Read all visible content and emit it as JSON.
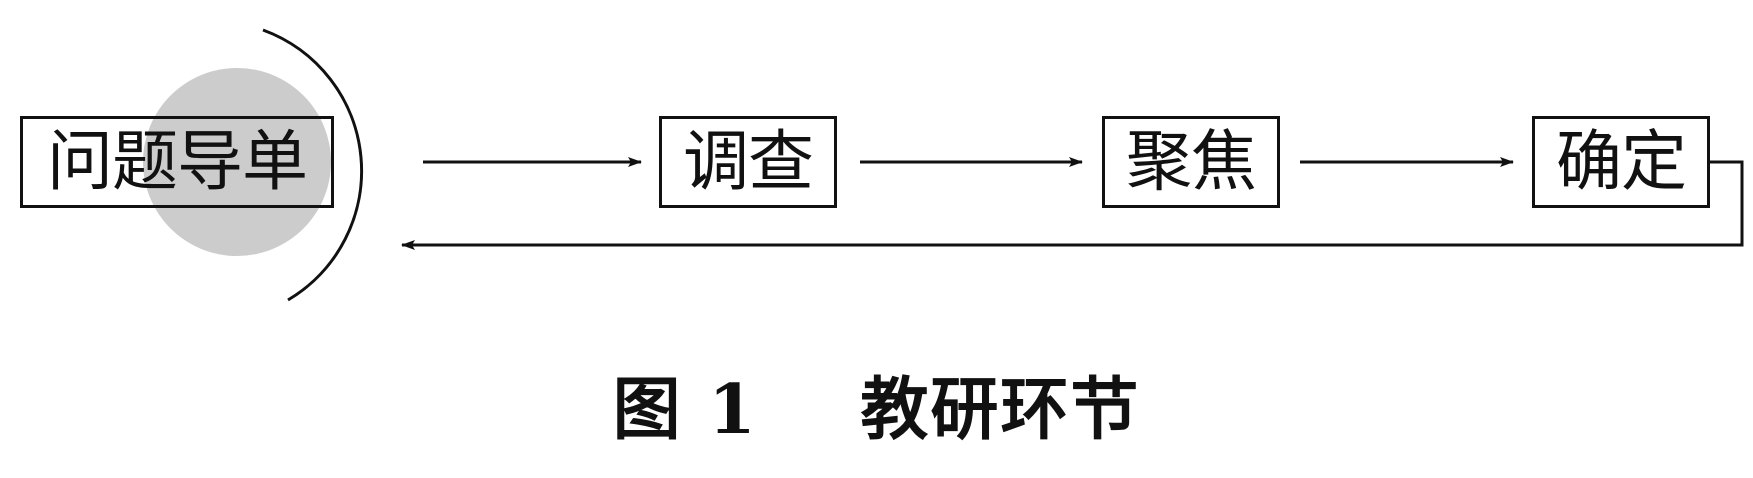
{
  "diagram": {
    "nodes": [
      {
        "id": "start",
        "label": "问题导单"
      },
      {
        "id": "survey",
        "label": "调查"
      },
      {
        "id": "focus",
        "label": "聚焦"
      },
      {
        "id": "confirm",
        "label": "确定"
      }
    ],
    "edges": [
      {
        "from": "start",
        "to": "survey"
      },
      {
        "from": "survey",
        "to": "focus"
      },
      {
        "from": "focus",
        "to": "confirm"
      },
      {
        "from": "confirm",
        "to": "start"
      }
    ],
    "colors": {
      "line": "#111111",
      "highlight": "#cccccc"
    }
  },
  "caption": {
    "figure_label": "图 1",
    "title": "教研环节"
  }
}
